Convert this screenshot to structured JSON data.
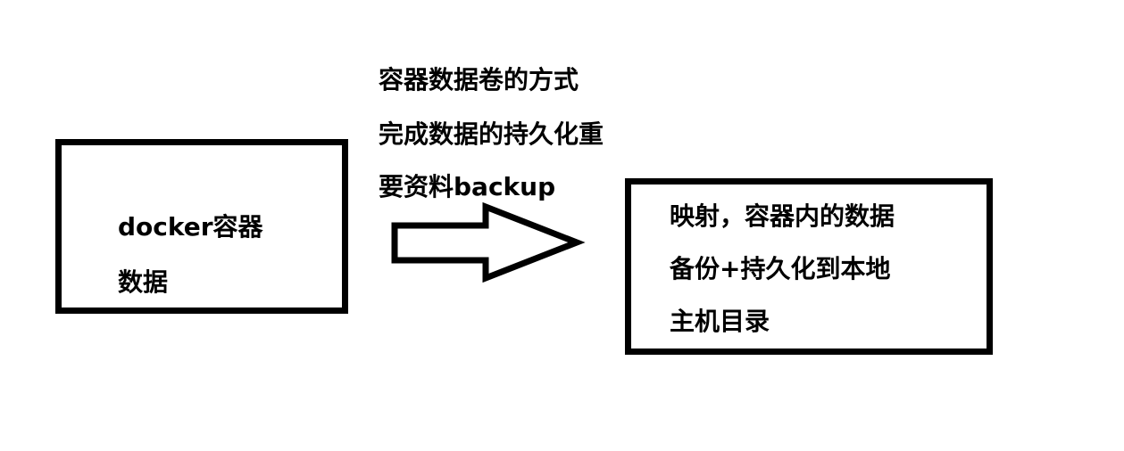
{
  "left_box": {
    "lines": [
      "docker容器",
      "数据"
    ]
  },
  "middle_text": {
    "lines": [
      "容器数据卷的方式",
      "完成数据的持久化重",
      "要资料backup"
    ]
  },
  "right_box": {
    "lines": [
      "映射，容器内的数据",
      "备份+持久化到本地",
      "主机目录"
    ]
  }
}
